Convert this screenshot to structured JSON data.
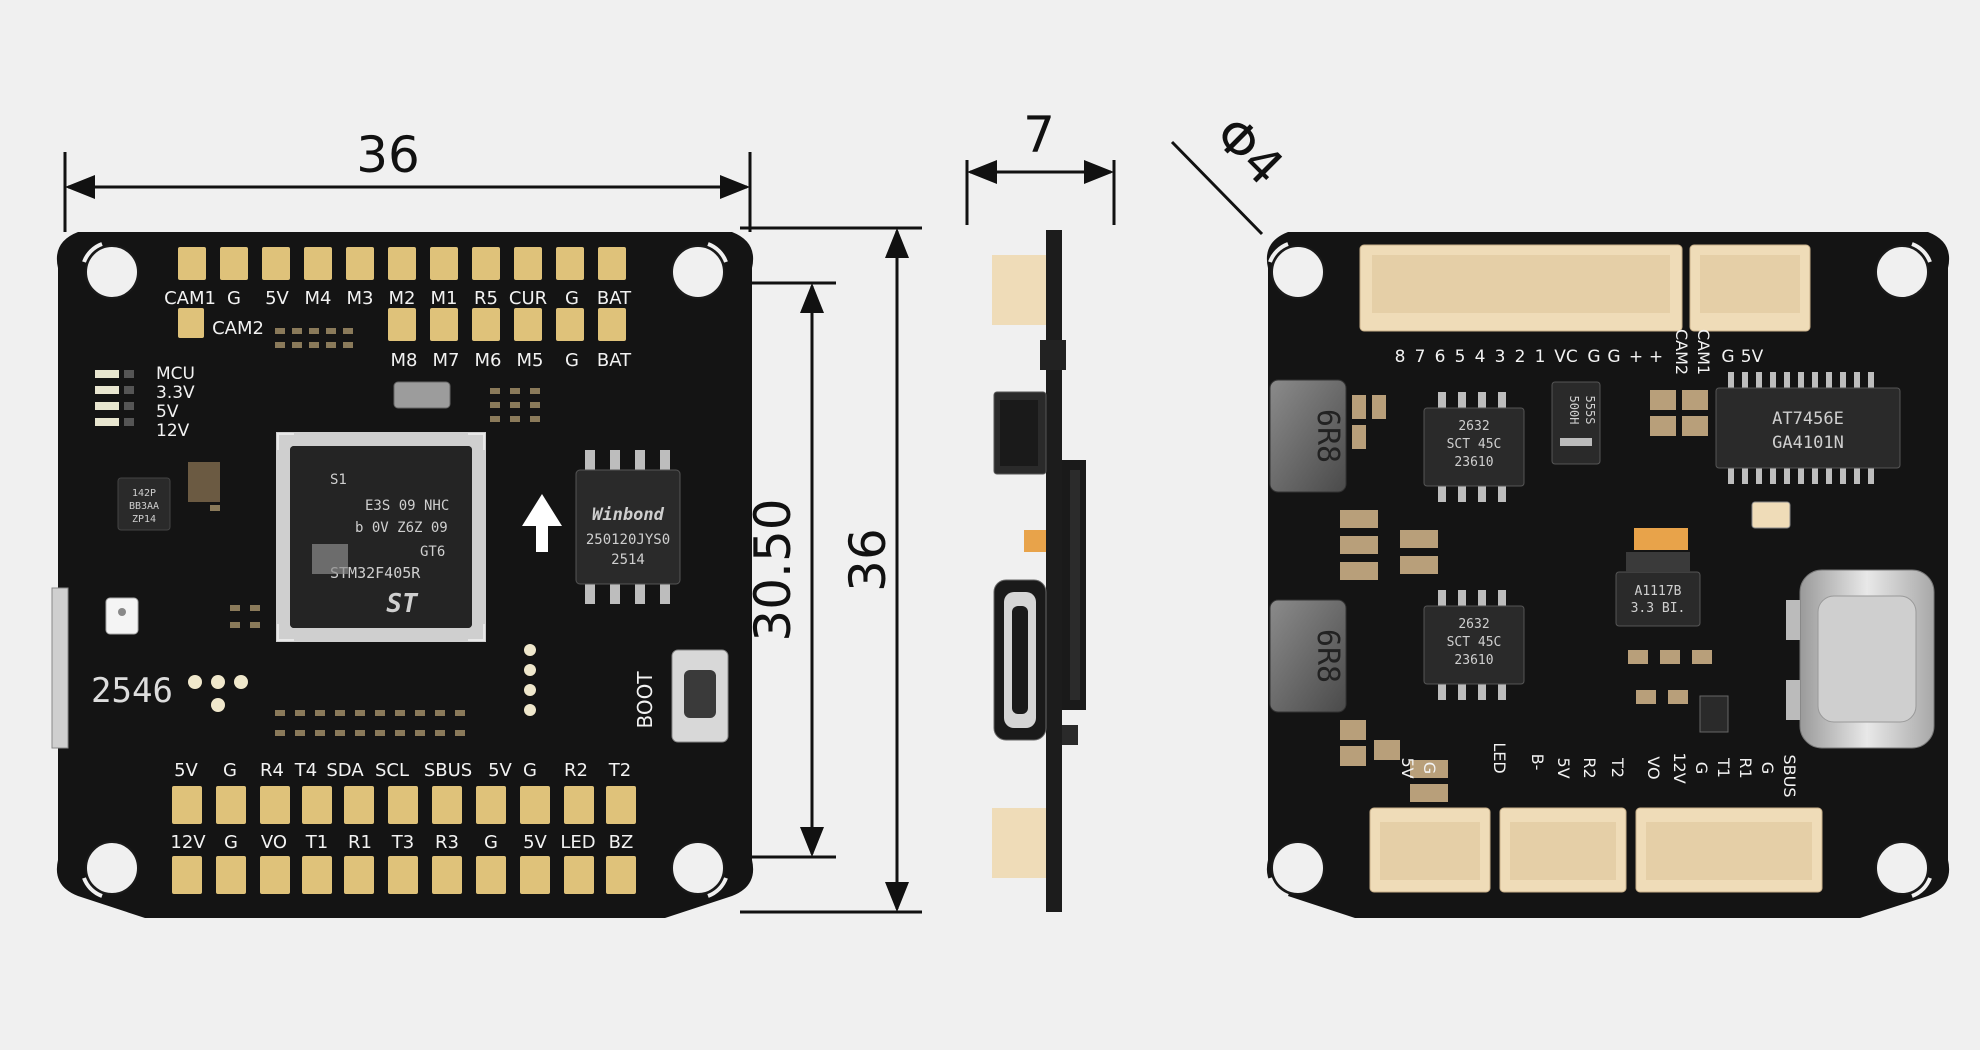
{
  "dimensions": {
    "width_top": "36",
    "mount_spacing": "30.50",
    "height": "36",
    "thickness": "7",
    "hole_diameter": "Φ4"
  },
  "top_board": {
    "pads_top_row": [
      "CAM1",
      "G",
      "5V",
      "M4",
      "M3",
      "M2",
      "M1",
      "R5",
      "CUR",
      "G",
      "BAT"
    ],
    "cam2": "CAM2",
    "pads_second_row": [
      "M8",
      "M7",
      "M6",
      "M5",
      "G",
      "BAT"
    ],
    "led_labels": [
      "MCU",
      "3.3V",
      "5V",
      "12V"
    ],
    "pads_bottom_upper": [
      "5V",
      "G",
      "R4",
      "T4",
      "SDA",
      "SCL",
      "SBUS",
      "5V",
      "G",
      "R2",
      "T2"
    ],
    "pads_bottom_lower": [
      "12V",
      "G",
      "VO",
      "T1",
      "R1",
      "T3",
      "R3",
      "G",
      "5V",
      "LED",
      "BZ"
    ],
    "boot_label": "BOOT",
    "board_number": "2546",
    "mcu_lines": [
      "S1",
      "E3S 09 NHC",
      "b 0V Z6Z 09",
      "GT6",
      "STM32F405R"
    ],
    "flash_lines": [
      "Winbond",
      "250120JYS0",
      "2514"
    ],
    "imu_lines": [
      "142P",
      "BB3AA",
      "ZP14"
    ]
  },
  "bottom_board": {
    "connector_labels_top": [
      "8",
      "7",
      "6",
      "5",
      "4",
      "3",
      "2",
      "1",
      "VC",
      "G",
      "G",
      "+",
      "+"
    ],
    "cam_labels": [
      "CAM2",
      "CAM1",
      "G",
      "5V"
    ],
    "inductor_label": "6R8",
    "buck_lines": [
      "2632",
      "SCT 45C",
      "23610"
    ],
    "diode_lines": [
      "500H",
      "555S"
    ],
    "driver_lines": [
      "AT7456E",
      "GA4101N"
    ],
    "ldo_lines": [
      "A1117B",
      "3.3 BI."
    ],
    "bottom_labels": [
      "5V",
      "G",
      "LED",
      "B-",
      "5V",
      "R2",
      "T2",
      "VO",
      "12V",
      "G",
      "T1",
      "R1",
      "G",
      "SBUS"
    ]
  },
  "colors": {
    "background": "#f0f0f0",
    "pcb": "#141414",
    "pad_gold": "#dfc27a",
    "connector": "#efdcb8",
    "dim_line": "#111111"
  }
}
